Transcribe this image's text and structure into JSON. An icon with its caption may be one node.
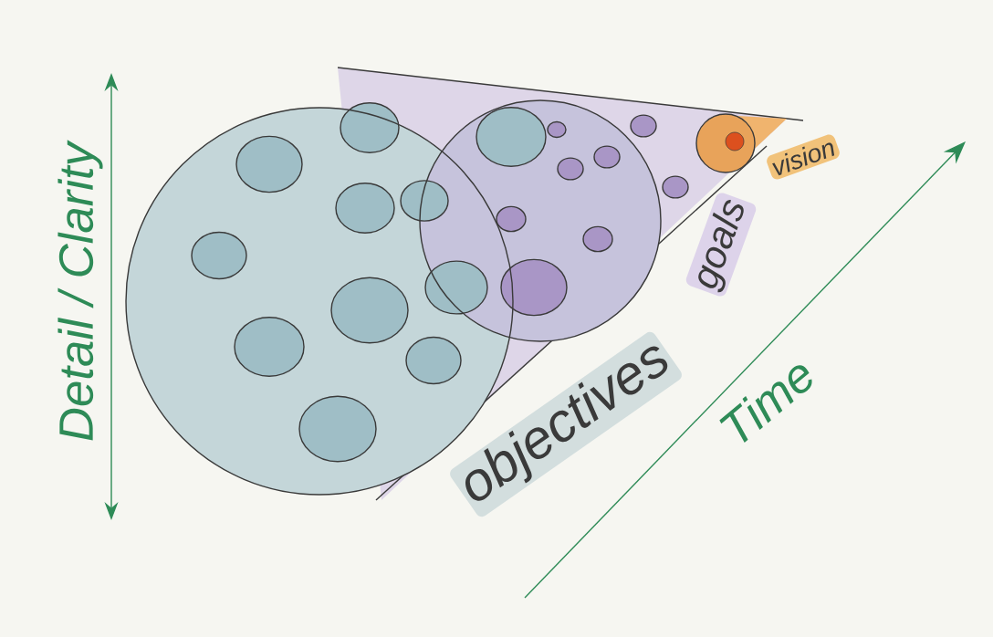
{
  "diagram": {
    "nodes": [
      {
        "text": [
          "objectives"
        ]
      },
      {
        "text": [
          "goals"
        ]
      },
      {
        "text": [
          "vision"
        ]
      }
    ],
    "labels": [
      "Detail / Clarity",
      "Time"
    ]
  }
}
